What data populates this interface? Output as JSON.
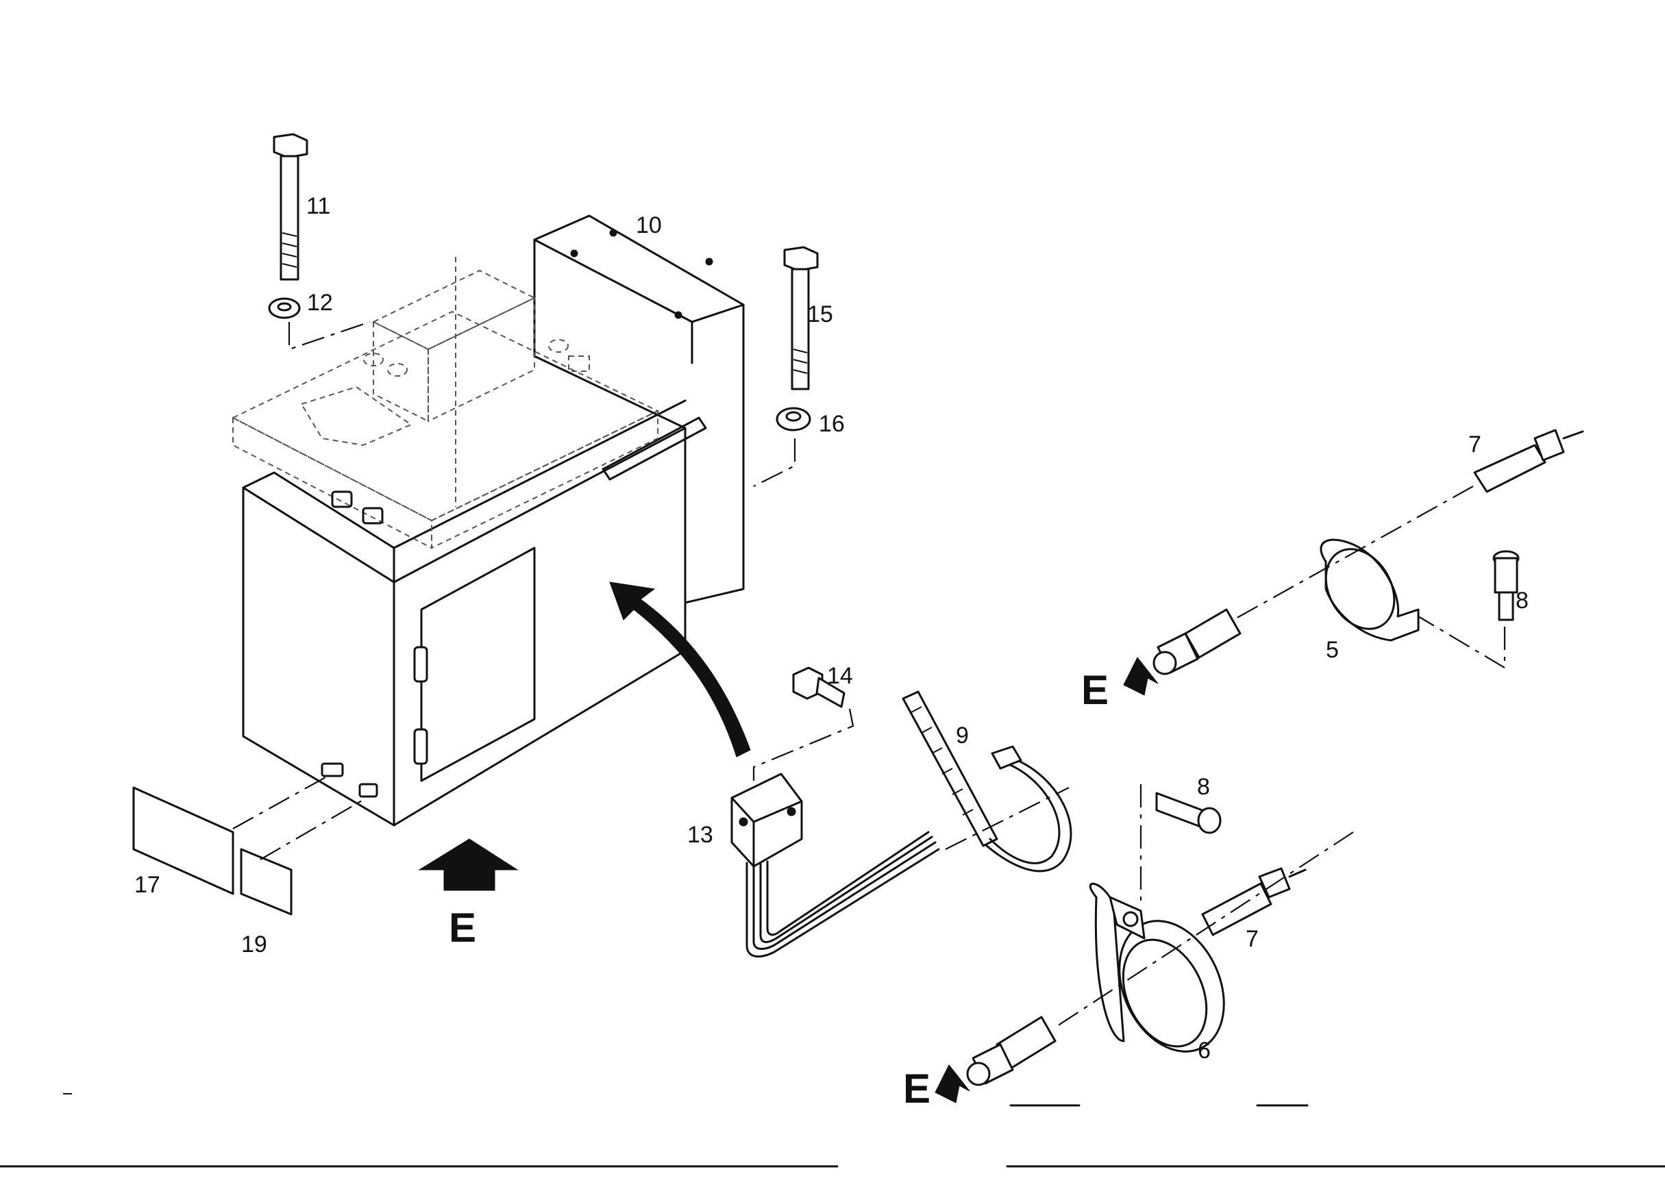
{
  "callouts": {
    "c5": "5",
    "c6": "6",
    "c7a": "7",
    "c7b": "7",
    "c8a": "8",
    "c8b": "8",
    "c9": "9",
    "c10": "10",
    "c11": "11",
    "c12": "12",
    "c13": "13",
    "c14": "14",
    "c15": "15",
    "c16": "16",
    "c17": "17",
    "c19": "19"
  },
  "view_markers": {
    "e_main": "E",
    "e_upper": "E",
    "e_lower": "E"
  }
}
